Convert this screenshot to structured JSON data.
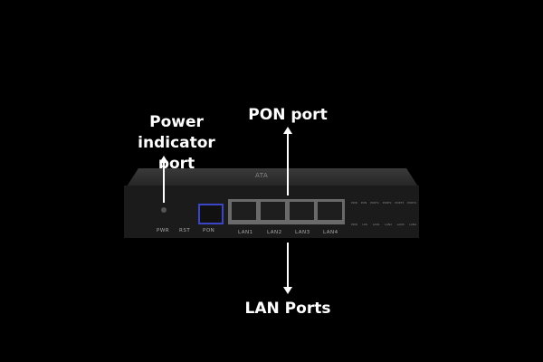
{
  "annotations": {
    "power": [
      "Power",
      "indicator port"
    ],
    "pon": "PON port",
    "lan": "LAN Ports"
  },
  "device": {
    "logo": "ATA",
    "port_labels": [
      "PWR",
      "RST",
      "PON",
      "LAN1",
      "LAN2",
      "LAN3",
      "LAN4"
    ],
    "led_labels_top": [
      "PWR",
      "PON",
      "PORT1",
      "PORT2",
      "PORT3",
      "PORT4"
    ],
    "led_labels_bottom": [
      "PWR",
      "LOS",
      "LAN1",
      "LAN2",
      "LAN3",
      "LAN4"
    ]
  },
  "colors": {
    "background": "#000000",
    "pon_port": "#3b45c8",
    "text": "#ffffff"
  }
}
